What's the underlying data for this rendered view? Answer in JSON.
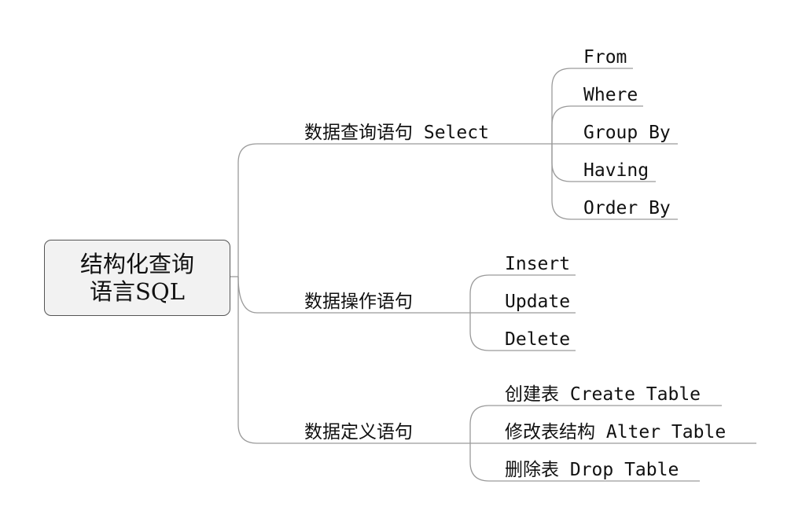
{
  "root": {
    "line1": "结构化查询",
    "line2": "语言SQL"
  },
  "branches": [
    {
      "label": "数据查询语句 Select",
      "children": [
        "From",
        "Where",
        "Group By",
        "Having",
        "Order By"
      ]
    },
    {
      "label": "数据操作语句",
      "children": [
        "Insert",
        "Update",
        "Delete"
      ]
    },
    {
      "label": "数据定义语句",
      "children": [
        "创建表 Create Table",
        "修改表结构 Alter Table",
        "删除表 Drop Table"
      ]
    }
  ],
  "colors": {
    "line": "#9a9a9a",
    "text": "#111111",
    "root_bg": "#f2f2f2",
    "root_border": "#555555"
  }
}
